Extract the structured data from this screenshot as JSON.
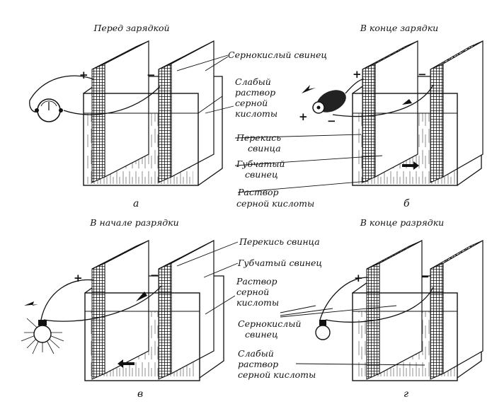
{
  "panels": [
    {
      "key": "a",
      "title": "Перед зарядкой",
      "letter": "а"
    },
    {
      "key": "b",
      "title": "В конце зарядки",
      "letter": "б"
    },
    {
      "key": "v",
      "title": "В начале разрядки",
      "letter": "в"
    },
    {
      "key": "g",
      "title": "В конце разрядки",
      "letter": "г"
    }
  ],
  "labels_top": {
    "lead_sulfate": "Сернокислый свинец",
    "weak_acid_1": "Слабый",
    "weak_acid_2": "раствор",
    "weak_acid_3": "серной",
    "weak_acid_4": "кислоты",
    "lead_peroxide_1": "Перекись",
    "lead_peroxide_2": "свинца",
    "spongy_lead_1": "Губчатый",
    "spongy_lead_2": "свинец",
    "acid_solution_1": "Раствор",
    "acid_solution_2": "серной кислоты"
  },
  "labels_bottom": {
    "lead_peroxide": "Перекись свинца",
    "spongy_lead": "Губчатый свинец",
    "acid_solution_1": "Раствор",
    "acid_solution_2": "серной",
    "acid_solution_3": "кислоты",
    "lead_sulfate_1": "Сернокислый",
    "lead_sulfate_2": "свинец",
    "weak_acid_1": "Слабый",
    "weak_acid_2": "раствор",
    "weak_acid_3": "серной кислоты"
  },
  "signs": {
    "plus": "+",
    "minus": "−"
  },
  "icons": [
    "ammeter-icon",
    "generator-icon",
    "lamp-icon"
  ]
}
